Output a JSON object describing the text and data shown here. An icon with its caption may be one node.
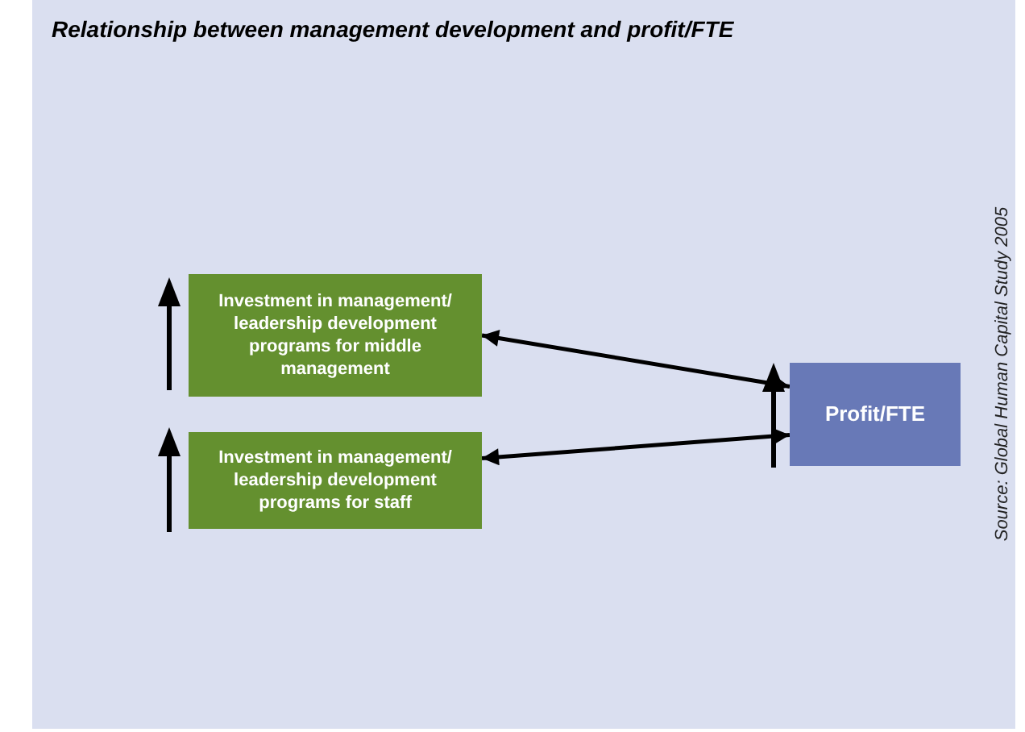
{
  "diagram": {
    "title": "Relationship between management development and profit/FTE",
    "nodes": [
      {
        "text": [
          "Investment in management/ leadership development programs for middle management"
        ]
      },
      {
        "text": [
          "Investment in management/ leadership development programs for staff"
        ]
      },
      {
        "text": [
          "Profit/FTE"
        ]
      }
    ],
    "edges": [
      {
        "from": 0,
        "to": 2,
        "arrow": "both"
      },
      {
        "from": 1,
        "to": 2,
        "arrow": "both"
      }
    ],
    "labels": [
      "Source: Global Human Capital Study 2005"
    ]
  }
}
